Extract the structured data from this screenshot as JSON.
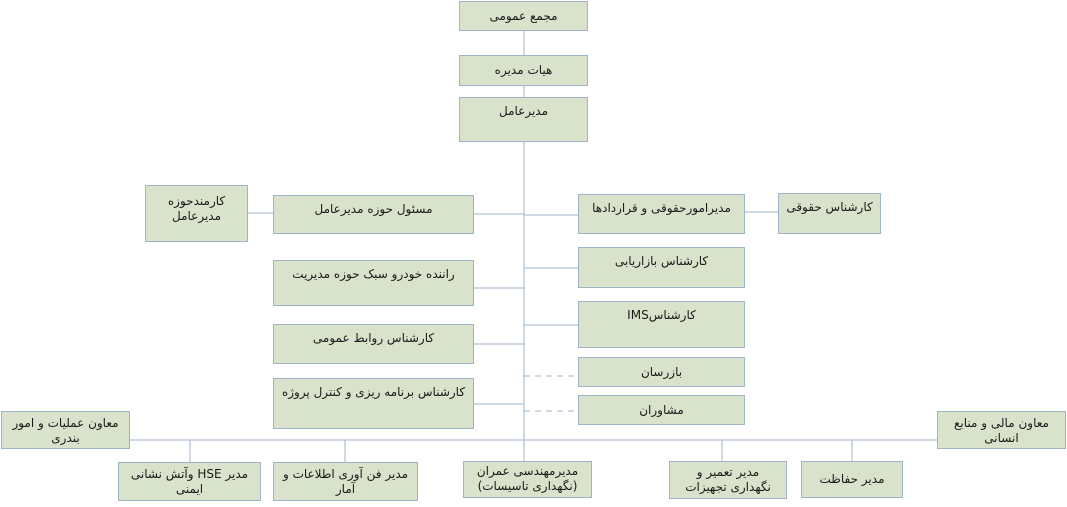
{
  "chart": {
    "general_assembly": "مجمع عمومی",
    "board": "هیات مدیره",
    "ceo": "مدیرعامل",
    "ceo_office_staff": "کارمندحوزه\nمدیرعامل",
    "ceo_office_head": "مسئول حوزه مدیرعامل",
    "driver": "راننده خودرو سبک حوزه مدیریت",
    "public_relations": "کارشناس روابط عمومی",
    "planning_expert": "کارشناس برنامه ریزی و کنترل پروژه",
    "legal_manager": "مدیرامورحقوقی و قراردادها",
    "legal_expert": "کارشناس حقوقی",
    "marketing_expert": "کارشناس بازاریابی",
    "ims_expert": "کارشناسIMS",
    "inspectors": "بازرسان",
    "consultants": "مشاوران",
    "ops_deputy": "معاون عملیات و امور\nبندری",
    "finance_deputy": "معاون مالی و منابع\nانسانی",
    "hse_manager": "مدیر HSE وآتش نشانی\nایمنی",
    "it_manager": "مدیر فن آوری اطلاعات و\nآمار",
    "civil_manager": "مدیرمهندسی عمران\n(نگهداری تاسیسات)",
    "maintenance_manager": "مدیر تعمیر و\nنگهداری تجهیزات",
    "security_manager": "مدیر حفاظت"
  },
  "colors": {
    "box_fill": "#d9e3cc",
    "box_border": "#9fb4c8",
    "connector": "#9fb4c8"
  }
}
